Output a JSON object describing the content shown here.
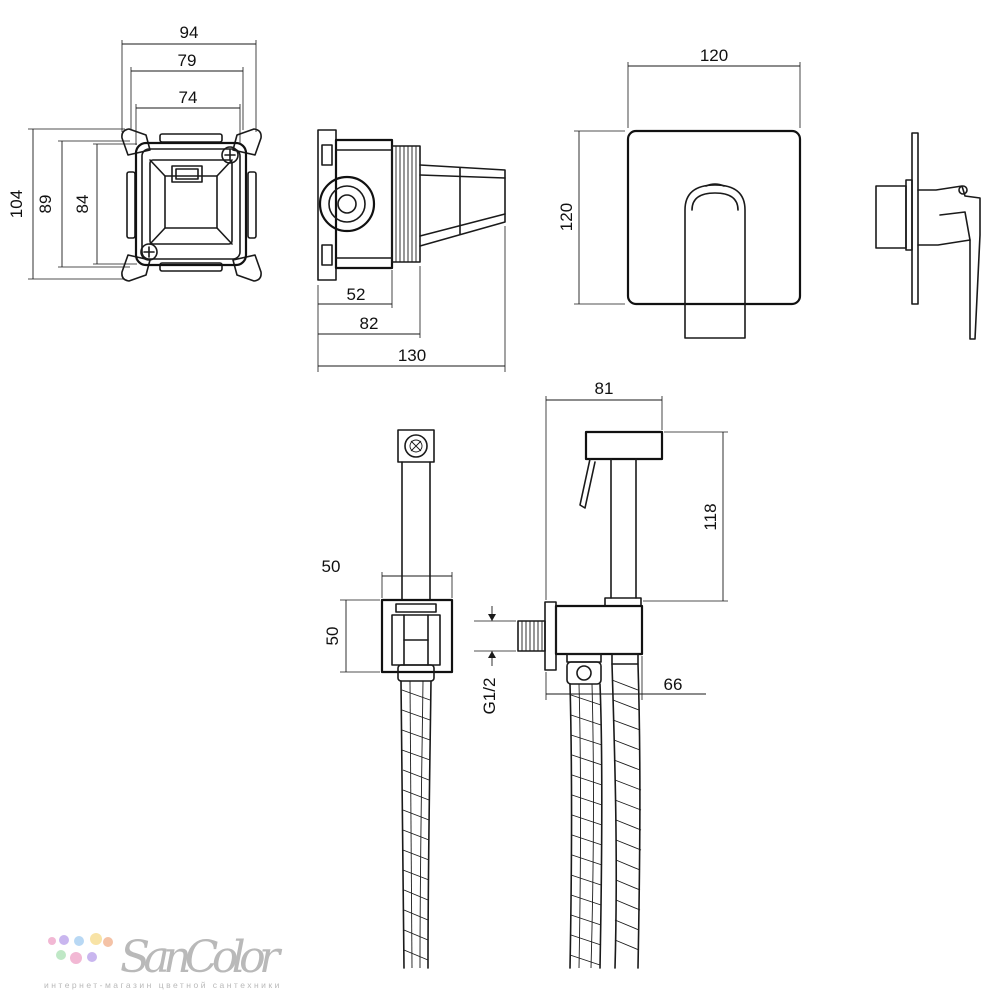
{
  "dimensions": {
    "box_width_94": "94",
    "box_width_79": "79",
    "box_width_74": "74",
    "box_height_104": "104",
    "box_height_89": "89",
    "box_height_84": "84",
    "depth_52": "52",
    "depth_82": "82",
    "depth_130": "130",
    "plate_width_120": "120",
    "plate_height_120": "120",
    "holder_width_50": "50",
    "holder_height_50": "50",
    "thread_g12": "G1/2",
    "sprayer_81": "81",
    "sprayer_118": "118",
    "outlet_66": "66"
  },
  "logo": {
    "name": "SanColor",
    "tagline": "интернет-магазин цветной сантехники",
    "dot_colors": [
      "#f2b8d4",
      "#c9b6ef",
      "#b8d8f4",
      "#f8e3a6",
      "#bfe8c6",
      "#f4c2a6"
    ]
  }
}
